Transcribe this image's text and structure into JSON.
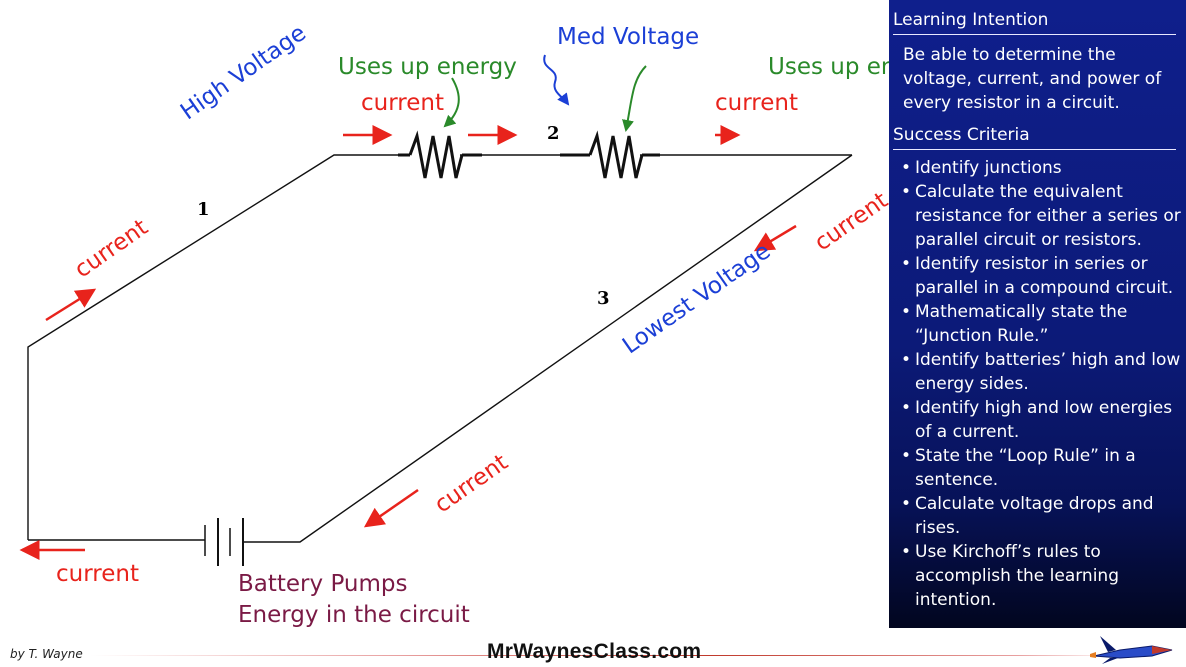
{
  "diagram": {
    "labels": {
      "high_voltage": "High Voltage",
      "med_voltage": "Med Voltage",
      "lowest_voltage": "Lowest Voltage",
      "uses_energy_1": "Uses up energy",
      "uses_energy_2": "Uses up energy",
      "current_top_left": "current",
      "current_top_right": "current",
      "current_left": "current",
      "current_right": "current",
      "current_bottom": "current",
      "current_bottom_left": "current",
      "node_1": "1",
      "node_2": "2",
      "node_3": "3",
      "battery_line1": "Battery Pumps",
      "battery_line2": "Energy in the circuit"
    },
    "colors": {
      "current": "#e8231c",
      "energy": "#2a8a2a",
      "voltage": "#1b3fd6",
      "battery_text": "#7a1a45",
      "wire": "#111111"
    }
  },
  "panel": {
    "learning_heading": "Learning Intention",
    "learning_text": "Be able to determine the voltage, current, and power of every resistor in a circuit.",
    "success_heading": "Success Criteria",
    "criteria": [
      "Identify junctions",
      "Calculate the equivalent resistance for either a series or parallel circuit or resistors.",
      "Identify resistor in series or parallel in a compound circuit.",
      "Mathematically state the “Junction Rule.”",
      "Identify batteries’ high and low energy sides.",
      "Identify high and low energies of a current.",
      "State the “Loop Rule” in a sentence.",
      "Calculate voltage drops and rises.",
      "Use Kirchoff’s rules to accomplish the learning intention."
    ]
  },
  "footer": {
    "author": "by T. Wayne",
    "site": "MrWaynesClass.com",
    "logo_icon": "rocket-logo-icon"
  }
}
